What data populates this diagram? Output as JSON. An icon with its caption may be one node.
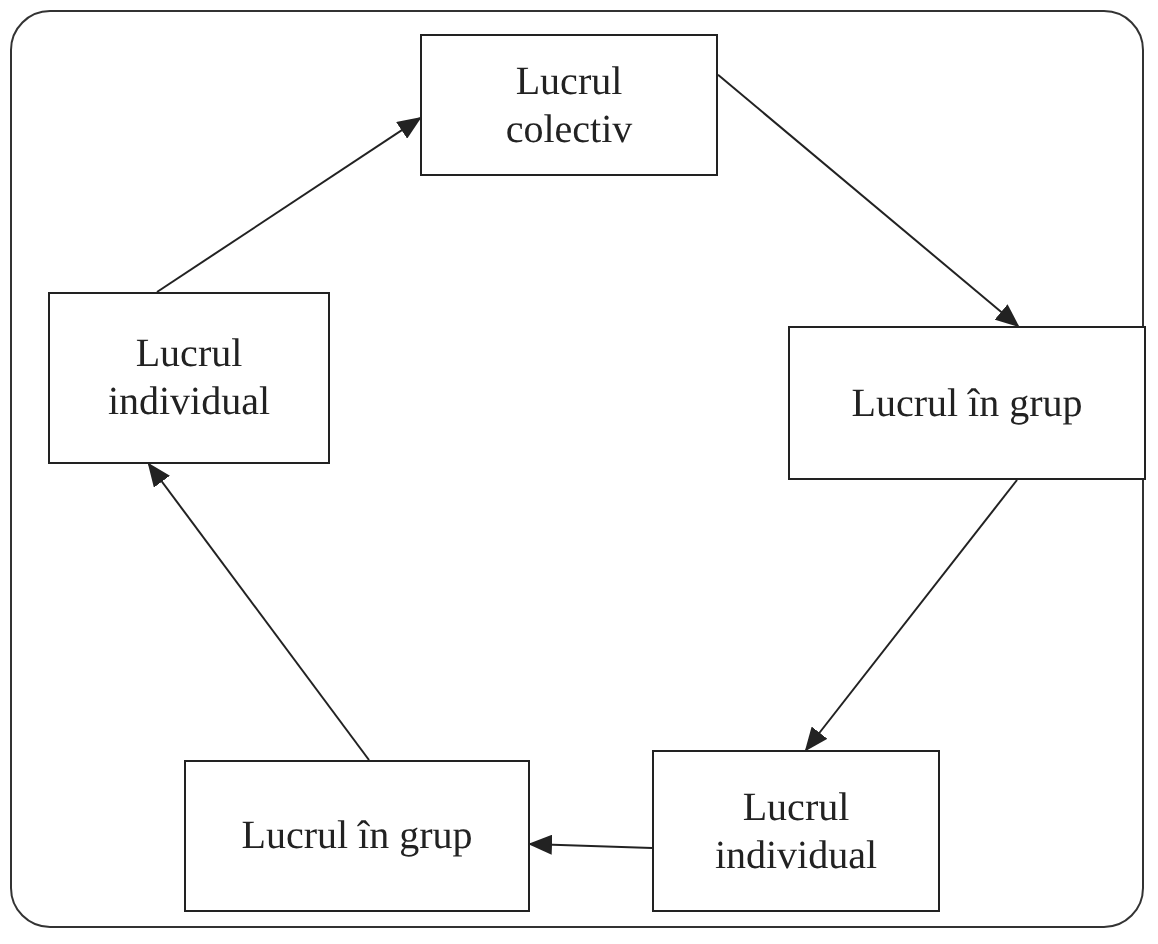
{
  "diagram": {
    "nodes": [
      {
        "text": [
          "Lucrul colectiv"
        ]
      },
      {
        "text": [
          "Lucrul în grup"
        ]
      },
      {
        "text": [
          "Lucrul individual"
        ]
      },
      {
        "text": [
          "Lucrul în grup"
        ]
      },
      {
        "text": [
          "Lucrul individual"
        ]
      }
    ],
    "edges": [
      {
        "from": 0,
        "to": 1,
        "arrow": "to"
      },
      {
        "from": 1,
        "to": 2,
        "arrow": "to"
      },
      {
        "from": 2,
        "to": 3,
        "arrow": "to"
      },
      {
        "from": 3,
        "to": 4,
        "arrow": "to"
      },
      {
        "from": 4,
        "to": 0,
        "arrow": "to"
      }
    ]
  }
}
